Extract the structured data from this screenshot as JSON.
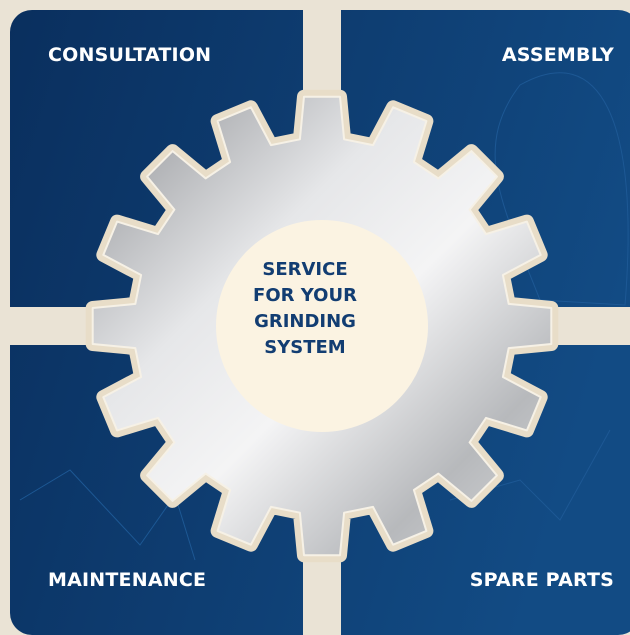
{
  "quadrants": {
    "top_left": "CONSULTATION",
    "top_right": "ASSEMBLY",
    "bottom_left": "MAINTENANCE",
    "bottom_right": "SPARE PARTS"
  },
  "center": {
    "lines": [
      "SERVICE",
      "FOR YOUR",
      "GRINDING",
      "SYSTEM"
    ]
  },
  "colors": {
    "panel_dark": "#0a2f5e",
    "panel_light": "#124b84",
    "separator": "#eae3d5",
    "gear_metal": "#c9cacc",
    "hub_cream": "#fbf3e2",
    "center_text": "#123d72"
  }
}
